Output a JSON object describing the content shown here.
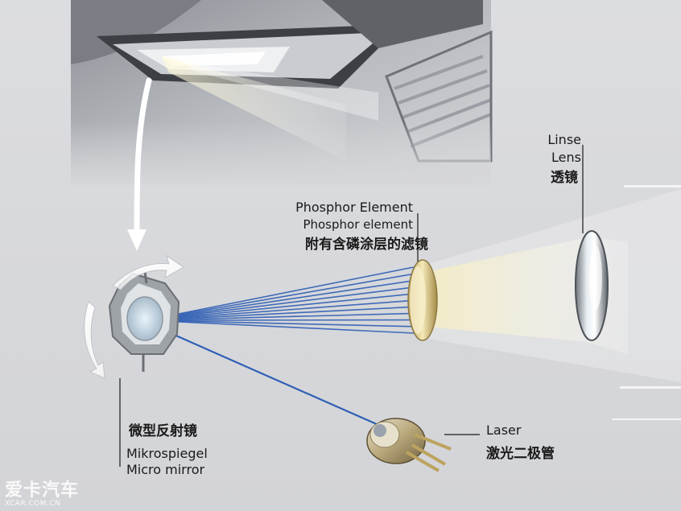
{
  "labels": {
    "lens": {
      "de": "Linse",
      "en": "Lens",
      "zh": "透镜"
    },
    "phosphor": {
      "de": "Phosphor Element",
      "en": "Phosphor element",
      "zh": "附有含磷涂层的滤镜"
    },
    "mirror": {
      "zh": "微型反射镜",
      "de": "Mikrospiegel",
      "en": "Micro mirror"
    },
    "laser": {
      "en": "Laser",
      "zh": "激光二极管"
    }
  },
  "watermark": {
    "main": "爱卡汽车",
    "sub": "XCAR.COM.CN"
  },
  "icons": [
    "headlight-illustration",
    "down-arrow-icon",
    "rotate-arrows-icon",
    "micro-mirror",
    "phosphor-element",
    "lens",
    "laser-diode"
  ]
}
